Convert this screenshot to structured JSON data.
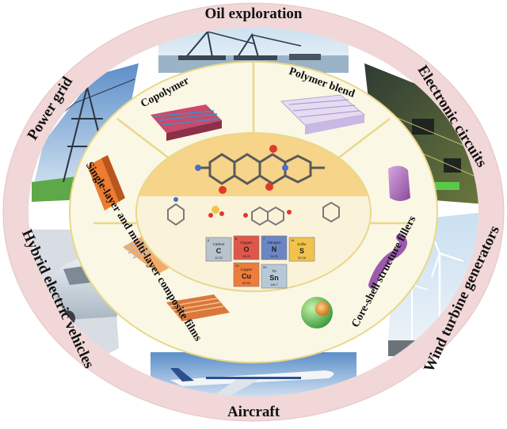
{
  "outer_ring": {
    "top": "Oil exploration",
    "top_right": "Electronic circuits",
    "right": "Wind turbine generators",
    "bottom": "Aircraft",
    "left": "Hybrid electric vehicles",
    "top_left": "Power grid"
  },
  "middle_ring": {
    "copolymer": "Copolymer",
    "polymer_blend": "Polymer blend",
    "fillers": "Core-shell structure fillers",
    "films": "Single-layer and multi-layer composite films"
  },
  "elements": [
    {
      "name": "Carbon",
      "symbol": "C",
      "number": "6",
      "mass": "12.01",
      "color": "#b9c3cc"
    },
    {
      "name": "Oxygen",
      "symbol": "O",
      "number": "8",
      "mass": "16.00",
      "color": "#e0574a"
    },
    {
      "name": "Nitrogen",
      "symbol": "N",
      "number": "7",
      "mass": "14.01",
      "color": "#6c86c4"
    },
    {
      "name": "Sulfur",
      "symbol": "S",
      "number": "16",
      "mass": "32.06",
      "color": "#f2c34c"
    },
    {
      "name": "Copper",
      "symbol": "Cu",
      "number": "29",
      "mass": "63.55",
      "color": "#ee7c3a"
    },
    {
      "name": "Tin",
      "symbol": "Sn",
      "number": "50",
      "mass": "118.7",
      "color": "#b7c8d8"
    }
  ],
  "colors": {
    "outer_ring": "#f1d7d7",
    "middle_ring": "#faf7e5",
    "core_top": "#f6d489",
    "core_bottom": "#fbf2da",
    "divider": "#e8d88a"
  }
}
